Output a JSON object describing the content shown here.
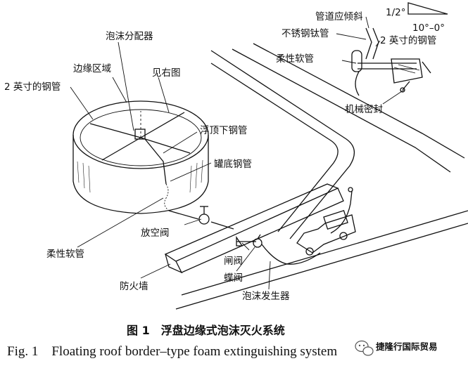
{
  "labels": {
    "pipe_slope": "管道应倾斜",
    "slope_ratio": "1/2°",
    "angle_range": "10°–0°",
    "stainless_pipe": "不锈钢钛管",
    "two_inch_pipe_right": "2 英寸的钢管",
    "flex_hose_top": "柔性软管",
    "mech_seal": "机械密封",
    "foam_distributor": "泡沫分配器",
    "edge_zone": "边缘区域",
    "see_right": "见右图",
    "two_inch_pipe_left": "2 英寸的钢管",
    "roof_under_pipe": "浮顶下钢管",
    "tank_bottom_pipe": "罐底钢管",
    "vent_valve": "放空阀",
    "flex_hose_bottom": "柔性软管",
    "gate_valve": "闸阀",
    "butterfly_valve": "蝶阀",
    "fire_wall": "防火墙",
    "foam_generator": "泡沫发生器"
  },
  "caption": {
    "cn": "图 1　浮盘边缘式泡沫灭火系统",
    "en": "Fig. 1　Floating roof border–type foam extinguishing system"
  },
  "watermark": "捷隆行国际贸易",
  "icons": [
    "wechat-icon"
  ]
}
